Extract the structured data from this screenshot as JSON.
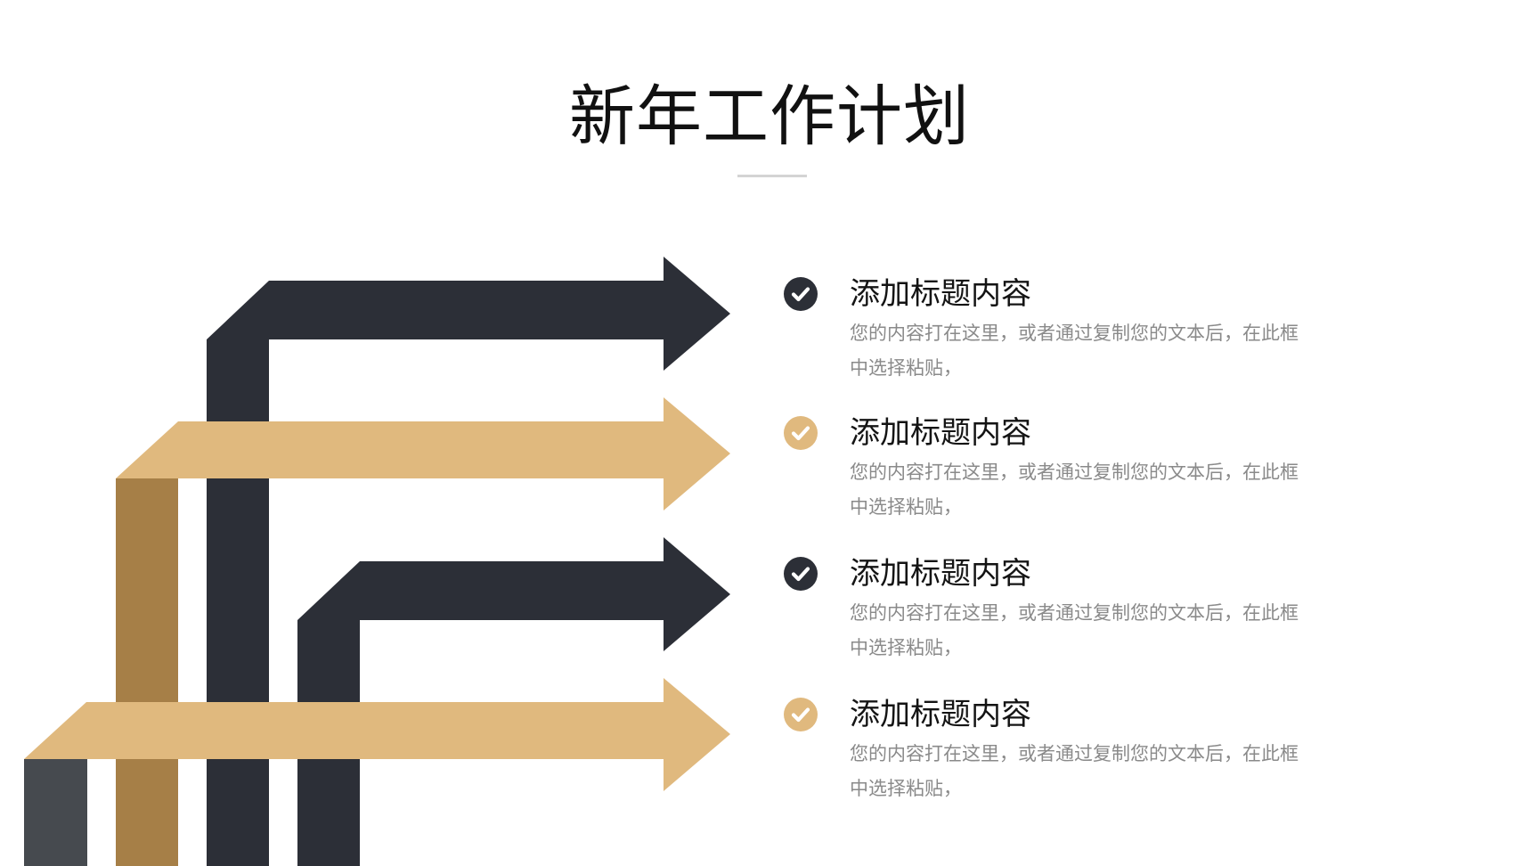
{
  "title": "新年工作计划",
  "colors": {
    "dark": "#2c2f37",
    "gold": "#e0b97e",
    "bronze": "#a67f47",
    "slate": "#464a4f",
    "rule": "#d4d4d4",
    "body_text": "#8a8a8a"
  },
  "items": [
    {
      "icon": "check-icon",
      "color": "#2c2f37",
      "title": "添加标题内容",
      "body": "您的内容打在这里，或者通过复制您的文本后，在此框中选择粘贴，"
    },
    {
      "icon": "check-icon",
      "color": "#e0b97e",
      "title": "添加标题内容",
      "body": "您的内容打在这里，或者通过复制您的文本后，在此框中选择粘贴，"
    },
    {
      "icon": "check-icon",
      "color": "#2c2f37",
      "title": "添加标题内容",
      "body": "您的内容打在这里，或者通过复制您的文本后，在此框中选择粘贴，"
    },
    {
      "icon": "check-icon",
      "color": "#e0b97e",
      "title": "添加标题内容",
      "body": "您的内容打在这里，或者通过复制您的文本后，在此框中选择粘贴，"
    }
  ]
}
